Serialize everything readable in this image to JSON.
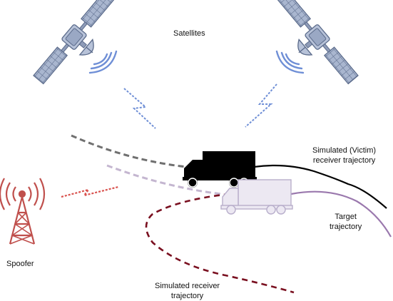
{
  "labels": {
    "satellites": "Satellites",
    "victim_line1": "Simulated (Victim)",
    "victim_line2": "receiver trajectory",
    "target_line1": "Target",
    "target_line2": "trajectory",
    "spoofer": "Spoofer",
    "sim_line1": "Simulated receiver",
    "sim_line2": "trajectory"
  },
  "colors": {
    "satellite_fill": "#a9b6cf",
    "satellite_stroke": "#5a6a8a",
    "signal_blue": "#6f8fd6",
    "spoof_red": "#d9534f",
    "truck_black": "#000000",
    "truck_ghost": "#ece8f2",
    "truck_ghost_stroke": "#b8aecb",
    "victim_path": "#000000",
    "victim_dash": "#707070",
    "target_path": "#9a78ad",
    "target_dash": "#c4b6d0",
    "simulated_path": "#7a1020",
    "tower": "#c0504d"
  },
  "icons": [
    "satellite-icon",
    "signal-bolt-icon",
    "truck-icon",
    "antenna-tower-icon"
  ]
}
